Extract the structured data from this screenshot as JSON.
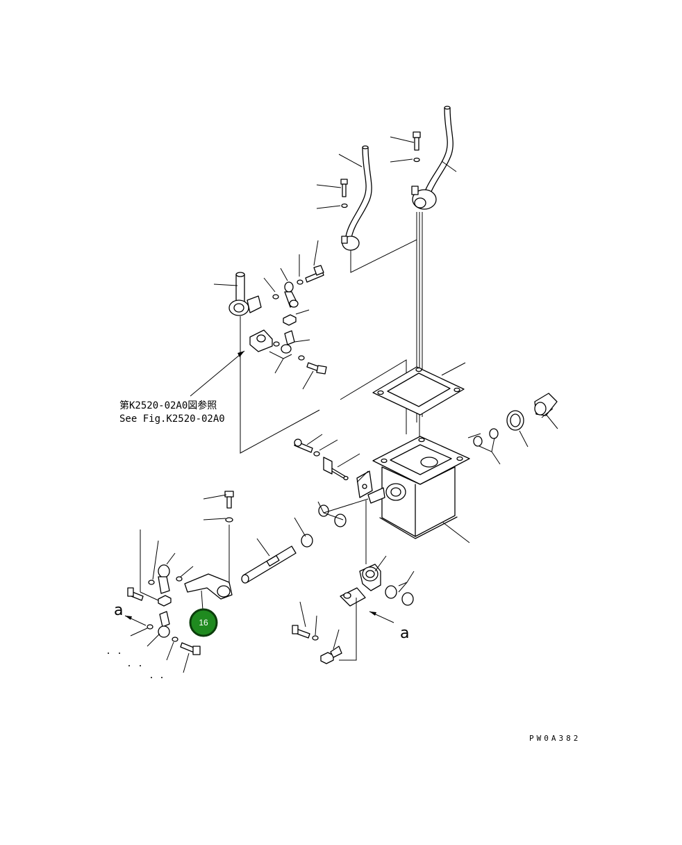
{
  "reference_note": {
    "line1": "第K2520-02A0図参照",
    "line2": "See Fig.K2520-02A0"
  },
  "view_labels": [
    "a",
    "a"
  ],
  "callout": {
    "label": "16",
    "fill": "#1f8a1f",
    "ring": "#0c3d0c"
  },
  "drawing_code": "PW0A382"
}
